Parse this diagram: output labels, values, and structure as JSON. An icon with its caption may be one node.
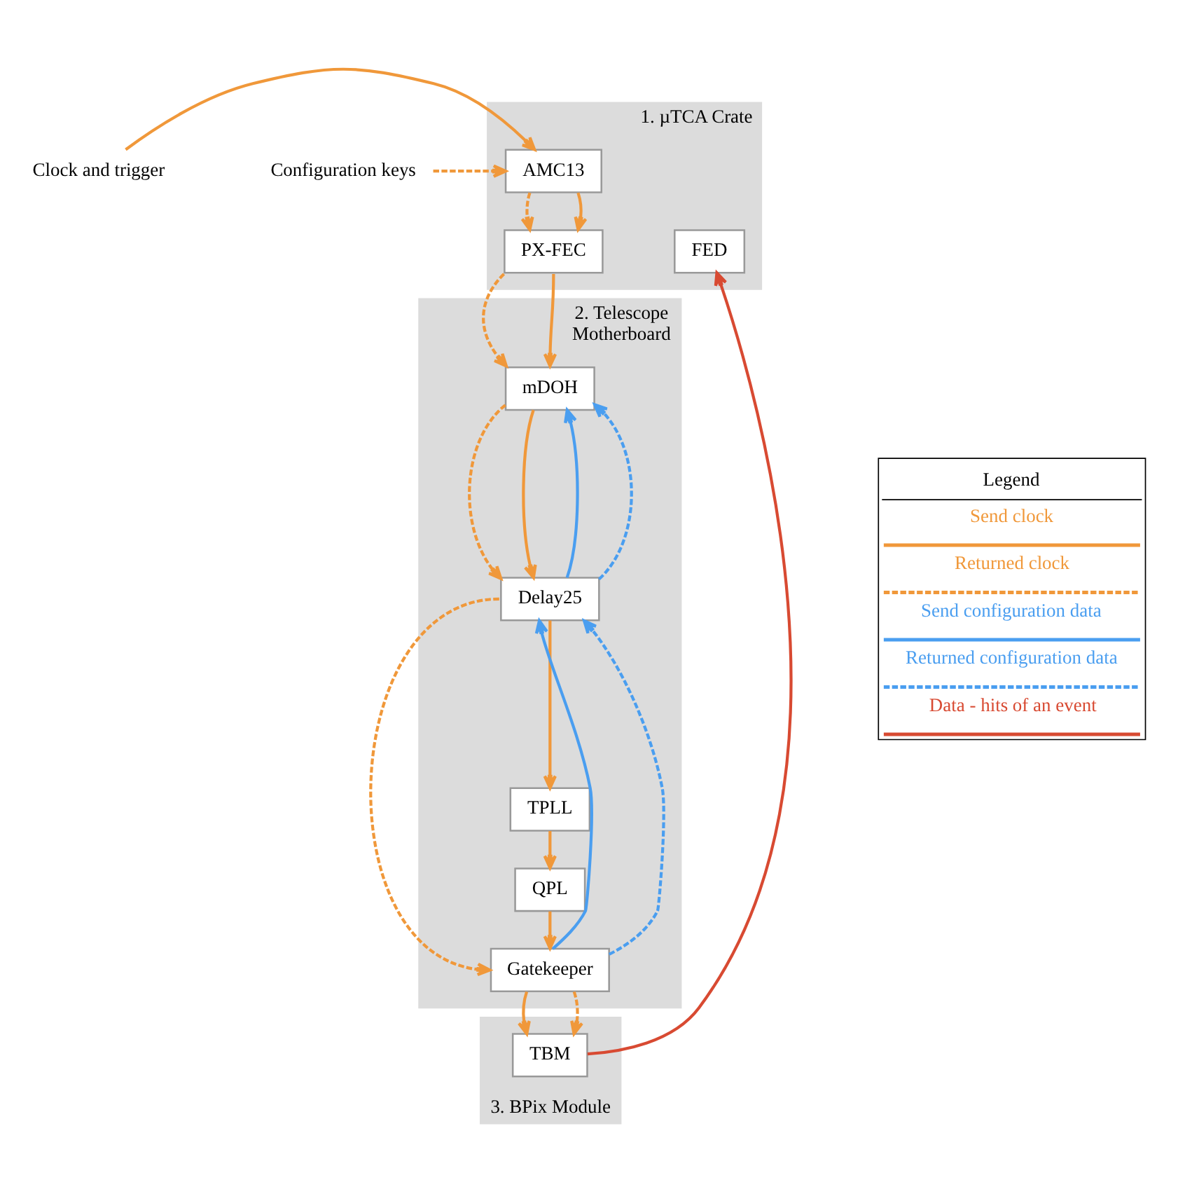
{
  "diagram": {
    "nodes": [
      {
        "text": [
          "1. µTCA Crate"
        ]
      },
      {
        "text": [
          "AMC13"
        ],
        "in": 0
      },
      {
        "text": [
          "PX-FEC"
        ],
        "in": 0
      },
      {
        "text": [
          "FED"
        ],
        "in": 0
      },
      {
        "text": [
          "2. Telescope Motherboard"
        ]
      },
      {
        "text": [
          "mDOH"
        ],
        "in": 4
      },
      {
        "text": [
          "Delay25"
        ],
        "in": 4
      },
      {
        "text": [
          "TPLL"
        ],
        "in": 4
      },
      {
        "text": [
          "QPL"
        ],
        "in": 4
      },
      {
        "text": [
          "Gatekeeper"
        ],
        "in": 4
      },
      {
        "text": [
          "3. BPix Module"
        ]
      },
      {
        "text": [
          "TBM"
        ],
        "in": 10
      },
      {
        "text": [
          "Clock and trigger"
        ]
      },
      {
        "text": [
          "Configuration keys"
        ]
      }
    ],
    "edges": [
      {
        "from": 12,
        "to": 1,
        "arrow": "to"
      },
      {
        "from": 13,
        "to": 1,
        "arrow": "to",
        "style": "dashed"
      },
      {
        "from": 1,
        "to": 2,
        "arrow": "to",
        "style": "dashed"
      },
      {
        "from": 1,
        "to": 2,
        "arrow": "to"
      },
      {
        "from": 2,
        "to": 5,
        "arrow": "to",
        "style": "dashed"
      },
      {
        "from": 2,
        "to": 5,
        "arrow": "to"
      },
      {
        "from": 5,
        "to": 6,
        "arrow": "to",
        "style": "dashed"
      },
      {
        "from": 5,
        "to": 6,
        "arrow": "to"
      },
      {
        "from": 6,
        "to": 5,
        "arrow": "to",
        "color": "#4a9ef0"
      },
      {
        "from": 6,
        "to": 5,
        "arrow": "to",
        "style": "dashed",
        "color": "#4a9ef0"
      },
      {
        "from": 6,
        "to": 9,
        "arrow": "to",
        "style": "dashed"
      },
      {
        "from": 6,
        "to": 7,
        "arrow": "to"
      },
      {
        "from": 7,
        "to": 8,
        "arrow": "to"
      },
      {
        "from": 8,
        "to": 9,
        "arrow": "to"
      },
      {
        "from": 9,
        "to": 6,
        "arrow": "to",
        "color": "#4a9ef0"
      },
      {
        "from": 9,
        "to": 6,
        "arrow": "to",
        "style": "dashed",
        "color": "#4a9ef0"
      },
      {
        "from": 9,
        "to": 11,
        "arrow": "to"
      },
      {
        "from": 9,
        "to": 11,
        "arrow": "to",
        "style": "dashed"
      },
      {
        "from": 11,
        "to": 3,
        "arrow": "to",
        "color": "#d84a32"
      }
    ],
    "labels": [
      "Legend"
    ],
    "legend": [
      {
        "text": "Send clock"
      },
      {
        "text": "Returned clock"
      },
      {
        "text": "Send configuration data"
      },
      {
        "text": "Returned configuration data"
      },
      {
        "text": "Data - hits of an event"
      }
    ]
  }
}
